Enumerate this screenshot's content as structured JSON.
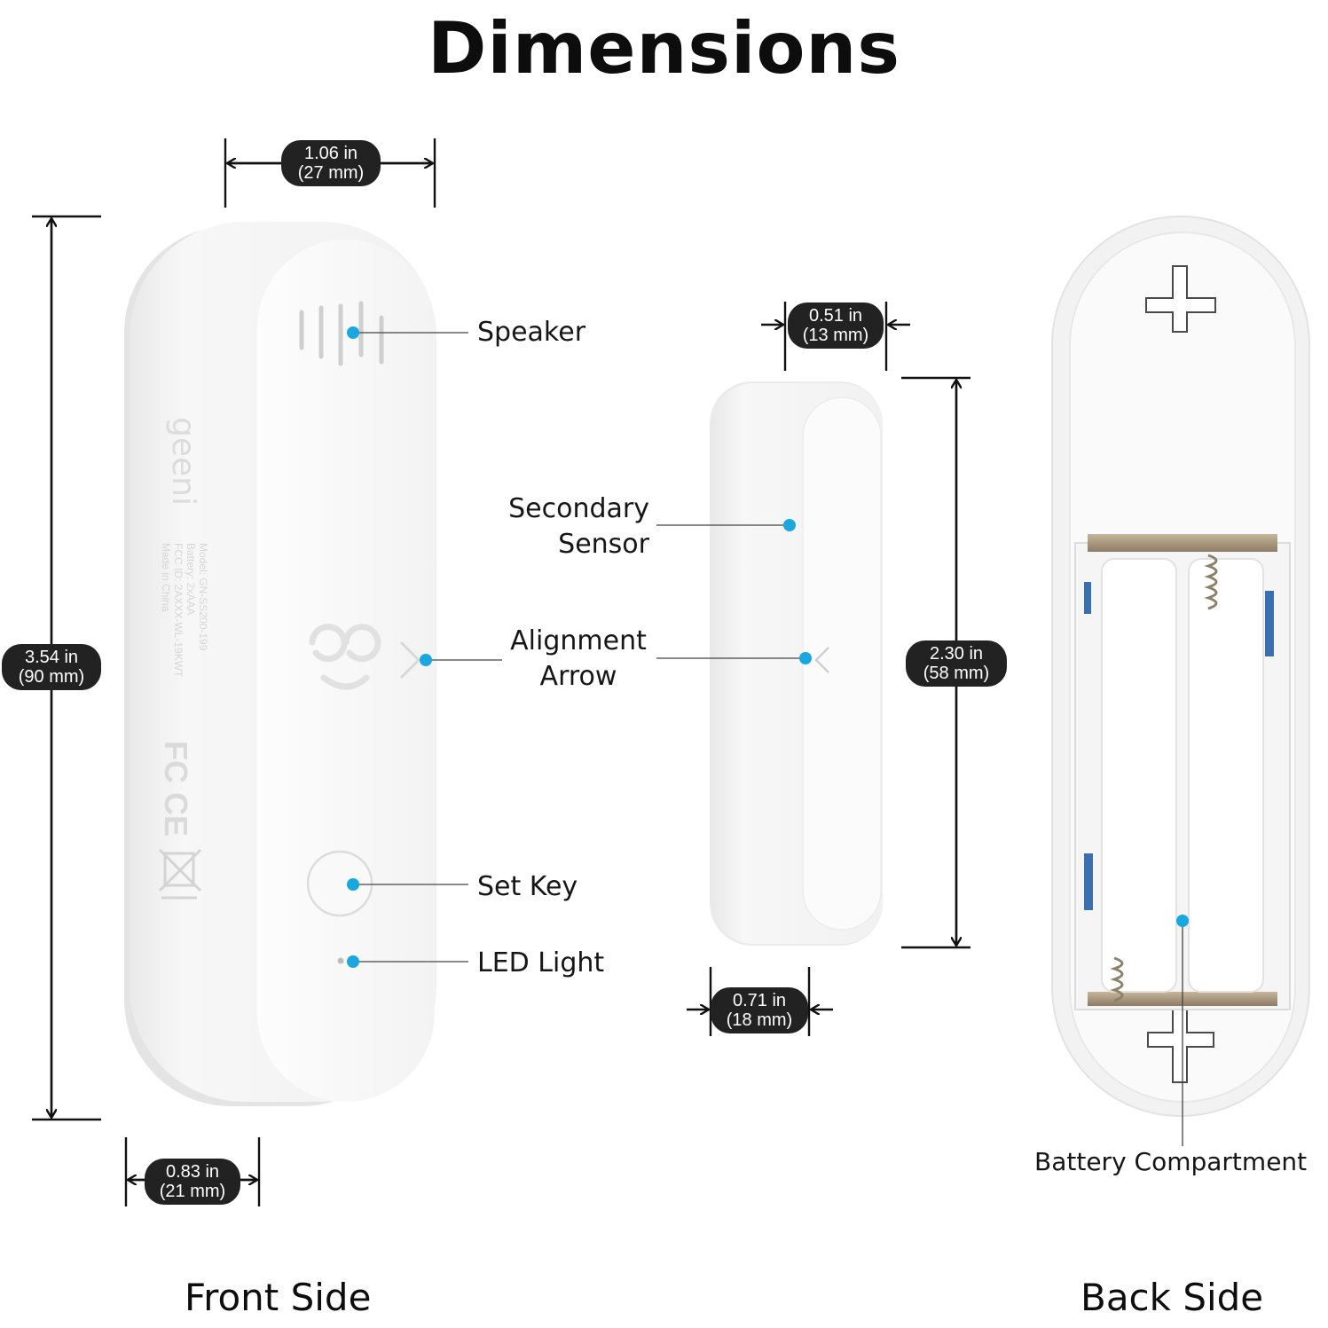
{
  "title": "Dimensions",
  "views": {
    "front": "Front Side",
    "back": "Back Side"
  },
  "dimensions": {
    "front_width": {
      "in": "1.06 in",
      "mm": "(27 mm)"
    },
    "front_height": {
      "in": "3.54 in",
      "mm": "(90 mm)"
    },
    "front_depth": {
      "in": "0.83 in",
      "mm": "(21 mm)"
    },
    "magnet_width": {
      "in": "0.51 in",
      "mm": "(13 mm)"
    },
    "magnet_height": {
      "in": "2.30 in",
      "mm": "(58 mm)"
    },
    "magnet_depth": {
      "in": "0.71 in",
      "mm": "(18 mm)"
    }
  },
  "callouts": {
    "speaker": "Speaker",
    "secondary_sensor_line1": "Secondary",
    "secondary_sensor_line2": "Sensor",
    "alignment_arrow_line1": "Alignment",
    "alignment_arrow_line2": "Arrow",
    "set_key": "Set Key",
    "led_light": "LED Light",
    "battery_compartment": "Battery Compartment"
  },
  "device_print": {
    "brand": "geeni",
    "model_lines": [
      "Model: GN-SS200-199",
      "Battery: 2xAAA",
      "FCC ID: 2AXXX-WL-19KWT",
      "Made in China"
    ],
    "cert_marks": "FC CE"
  },
  "colors": {
    "accent_dot": "#1aa7e0",
    "pill": "#222222",
    "device_body": "#f4f4f4"
  }
}
